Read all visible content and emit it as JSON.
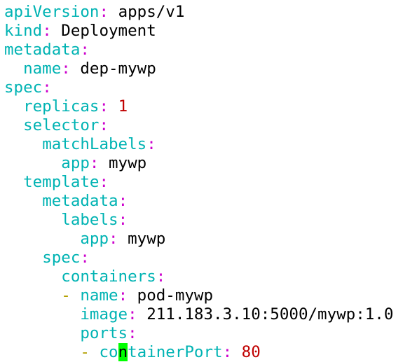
{
  "colors": {
    "key": "#00b3b3",
    "colon": "#cc00cc",
    "value": "#000000",
    "number": "#c00000",
    "dash": "#b3a000",
    "cursor": "#00ff00",
    "background": "#ffffff"
  },
  "lines": [
    {
      "indent": "",
      "dash": "",
      "key": "apiVersion",
      "value": "apps/v1",
      "value_type": "string"
    },
    {
      "indent": "",
      "dash": "",
      "key": "kind",
      "value": "Deployment",
      "value_type": "string"
    },
    {
      "indent": "",
      "dash": "",
      "key": "metadata",
      "value": "",
      "value_type": "none"
    },
    {
      "indent": "  ",
      "dash": "",
      "key": "name",
      "value": "dep-mywp",
      "value_type": "string"
    },
    {
      "indent": "",
      "dash": "",
      "key": "spec",
      "value": "",
      "value_type": "none"
    },
    {
      "indent": "  ",
      "dash": "",
      "key": "replicas",
      "value": "1",
      "value_type": "number"
    },
    {
      "indent": "  ",
      "dash": "",
      "key": "selector",
      "value": "",
      "value_type": "none"
    },
    {
      "indent": "    ",
      "dash": "",
      "key": "matchLabels",
      "value": "",
      "value_type": "none"
    },
    {
      "indent": "      ",
      "dash": "",
      "key": "app",
      "value": "mywp",
      "value_type": "string"
    },
    {
      "indent": "  ",
      "dash": "",
      "key": "template",
      "value": "",
      "value_type": "none"
    },
    {
      "indent": "    ",
      "dash": "",
      "key": "metadata",
      "value": "",
      "value_type": "none"
    },
    {
      "indent": "      ",
      "dash": "",
      "key": "labels",
      "value": "",
      "value_type": "none"
    },
    {
      "indent": "        ",
      "dash": "",
      "key": "app",
      "value": "mywp",
      "value_type": "string"
    },
    {
      "indent": "    ",
      "dash": "",
      "key": "spec",
      "value": "",
      "value_type": "none"
    },
    {
      "indent": "      ",
      "dash": "",
      "key": "containers",
      "value": "",
      "value_type": "none"
    },
    {
      "indent": "      ",
      "dash": "- ",
      "key": "name",
      "value": "pod-mywp",
      "value_type": "string"
    },
    {
      "indent": "        ",
      "dash": "",
      "key": "image",
      "value": "211.183.3.10:5000/mywp:1.0",
      "value_type": "string"
    },
    {
      "indent": "        ",
      "dash": "",
      "key": "ports",
      "value": "",
      "value_type": "none"
    },
    {
      "indent": "        ",
      "dash": "- ",
      "key": "containerPort",
      "value": "80",
      "value_type": "number",
      "cursor_char_index": 2
    }
  ]
}
